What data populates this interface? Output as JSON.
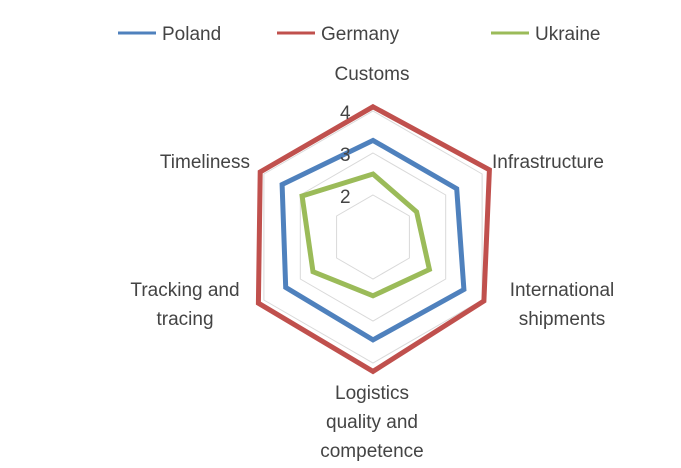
{
  "chart_data": {
    "type": "radar",
    "categories": [
      "Customs",
      "Infrastructure",
      "International shipments",
      "Logistics quality and competence",
      "Tracking and tracing",
      "Timeliness"
    ],
    "category_label_lines": [
      [
        "Customs"
      ],
      [
        "Infrastructure"
      ],
      [
        "International",
        "shipments"
      ],
      [
        "Logistics",
        "quality and",
        "competence"
      ],
      [
        "Tracking and",
        "tracing"
      ],
      [
        "Timeliness"
      ]
    ],
    "series": [
      {
        "name": "Poland",
        "color": "#4f81bd",
        "values": [
          3.3,
          3.3,
          3.5,
          3.45,
          3.4,
          3.5
        ]
      },
      {
        "name": "Germany",
        "color": "#c0504d",
        "values": [
          4.1,
          4.2,
          4.05,
          4.2,
          4.15,
          4.1
        ]
      },
      {
        "name": "Ukraine",
        "color": "#9bbb59",
        "values": [
          2.5,
          2.2,
          2.55,
          2.4,
          2.65,
          2.95
        ]
      }
    ],
    "r_ticks": [
      "2",
      "3",
      "4"
    ],
    "r_range": [
      1,
      4
    ],
    "grid": true,
    "legend_position": "top"
  }
}
